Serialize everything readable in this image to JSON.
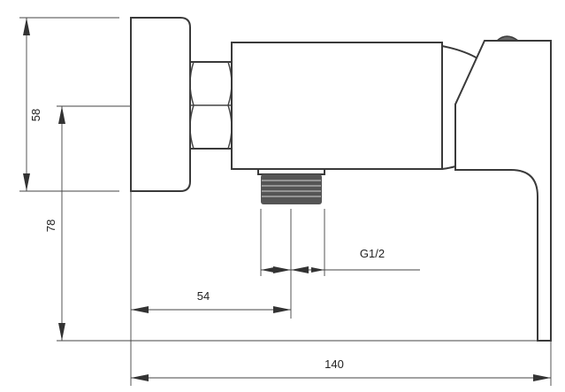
{
  "title": "Shower mixer dimension drawing",
  "dimensions": {
    "knob_height": "58",
    "outlet_height": "78",
    "outlet_offset": "54",
    "thread_size": "G1/2",
    "total_depth": "140"
  },
  "colors": {
    "line": "#3a3a3a",
    "background": "#ffffff"
  }
}
